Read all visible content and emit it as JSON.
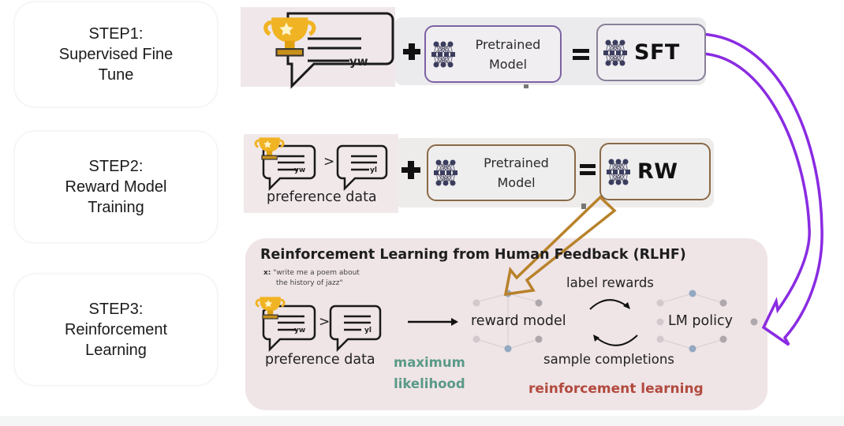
{
  "steps": [
    {
      "line1": "STEP1:",
      "line2": "Supervised Fine",
      "line3": "Tune"
    },
    {
      "line1": "STEP2:",
      "line2": "Reward Model",
      "line3": "Training"
    },
    {
      "line1": "STEP3:",
      "line2": "Reinforcement",
      "line3": "Learning"
    }
  ],
  "step1_row": {
    "response_label": "yw",
    "plus": "+",
    "pretrained_line1": "Pretrained",
    "pretrained_line2": "Model",
    "equals": "=",
    "result": "SFT"
  },
  "step2_row": {
    "winner_label": "yw",
    "comparator": ">",
    "loser_label": "yl",
    "data_label": "preference data",
    "plus": "+",
    "pretrained_line1": "Pretrained",
    "pretrained_line2": "Model",
    "equals": "=",
    "result": "RW"
  },
  "rlhf": {
    "title": "Reinforcement Learning from Human Feedback (RLHF)",
    "prompt_prefix": "x:",
    "prompt_line1": "\"write me a poem about",
    "prompt_line2": "the history of jazz\"",
    "winner_label": "yw",
    "comparator": ">",
    "loser_label": "yl",
    "data_label": "preference data",
    "max_likelihood_line1": "maximum",
    "max_likelihood_line2": "likelihood",
    "reward_model": "reward model",
    "lm_policy": "LM policy",
    "label_rewards": "label rewards",
    "sample_completions": "sample completions",
    "reinforcement_learning": "reinforcement learning"
  },
  "colors": {
    "sft_arrow": "#8a2be2",
    "rw_arrow": "#b8822a",
    "max_likelihood": "#5a9a88",
    "reinforcement_learning": "#b24a3e",
    "trophy": "#f0b323"
  }
}
